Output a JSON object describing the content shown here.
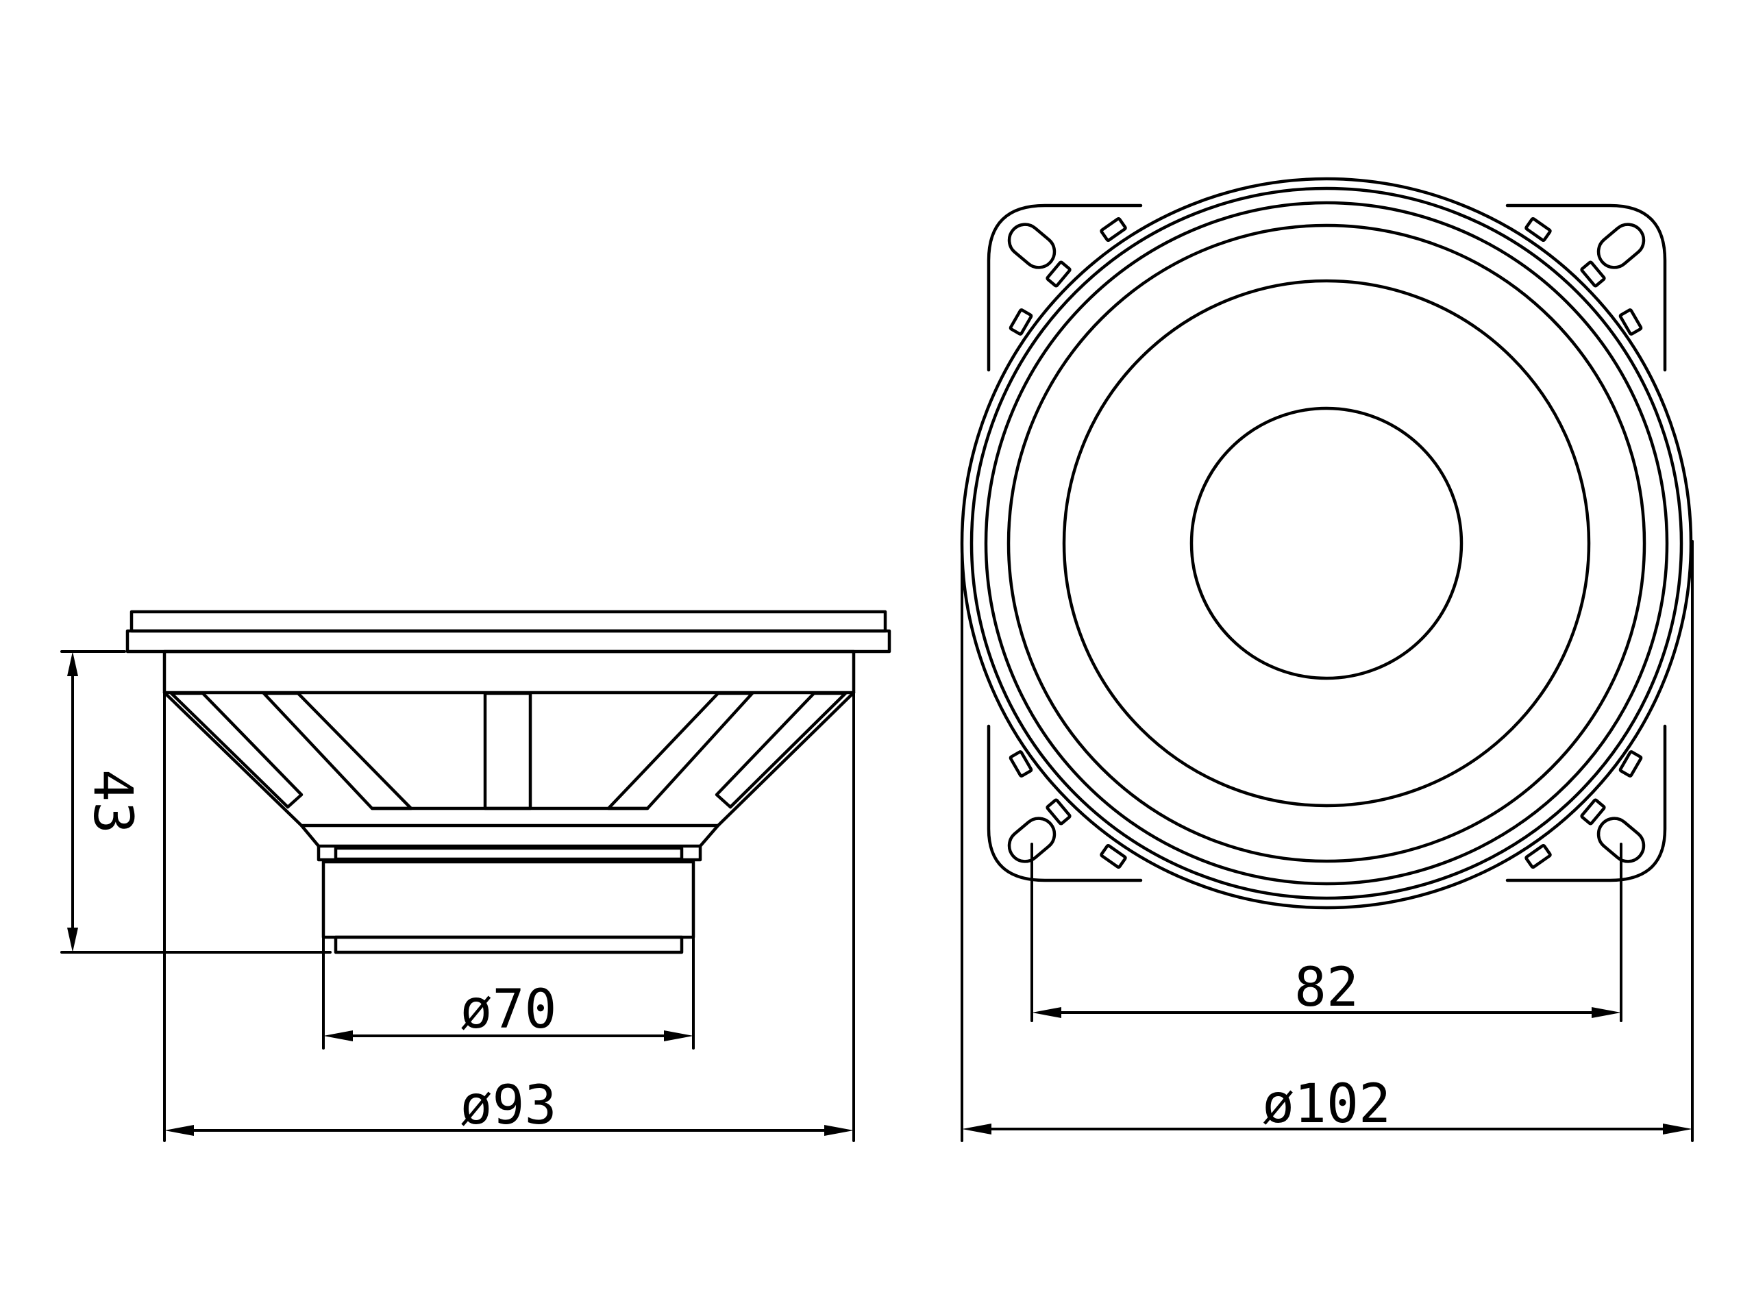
{
  "colors": {
    "line": "#000000",
    "background": "#ffffff"
  },
  "side_view": {
    "height_dim": {
      "label": "43",
      "value": 43
    },
    "magnet_dim": {
      "label": "ø70",
      "value": 70
    },
    "frame_dim": {
      "label": "ø93",
      "value": 93
    }
  },
  "front_view": {
    "hole_spacing_dim": {
      "label": "82",
      "value": 82
    },
    "outer_dim": {
      "label": "ø102",
      "value": 102
    }
  }
}
